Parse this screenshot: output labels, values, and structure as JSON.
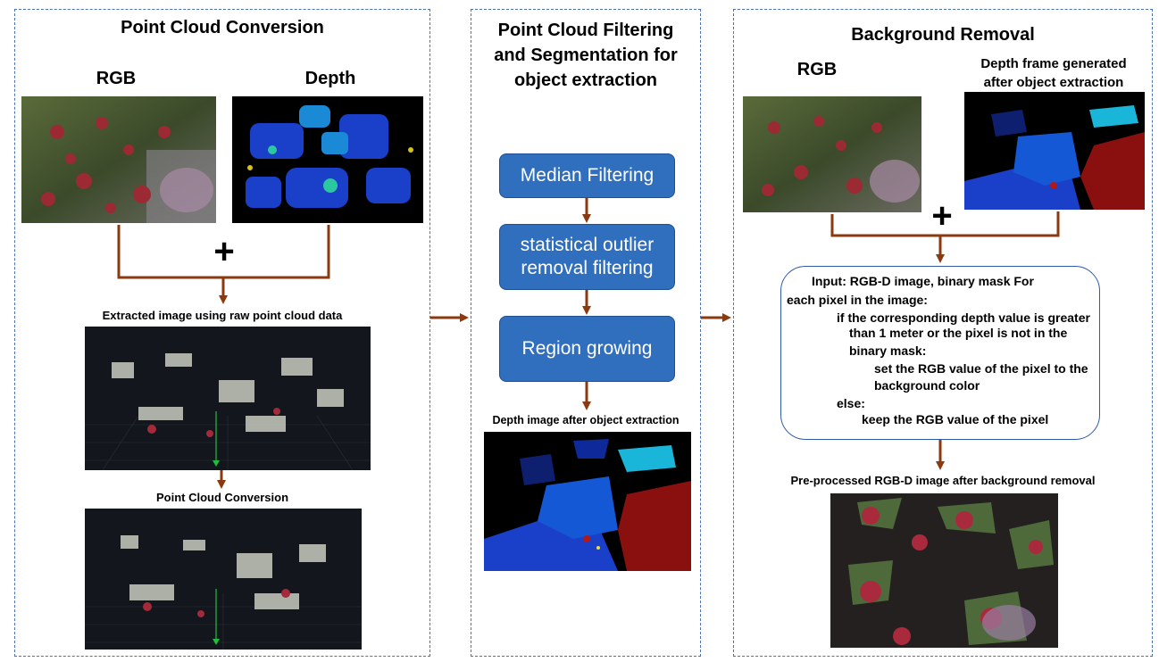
{
  "colors": {
    "arrow": "#8b3a0f",
    "panel_border": "#4a6fb5",
    "box_fill": "#2f6fbe"
  },
  "panel1": {
    "title": "Point Cloud Conversion",
    "rgb_label": "RGB",
    "depth_label": "Depth",
    "plus": "+",
    "extracted_caption": "Extracted image using raw point cloud data",
    "conversion_caption": "Point Cloud Conversion"
  },
  "panel2": {
    "title_lines": [
      "Point Cloud Filtering",
      "and Segmentation for",
      "object extraction"
    ],
    "step1": "Median Filtering",
    "step2_lines": [
      "statistical outlier",
      "removal filtering"
    ],
    "step3": "Region growing",
    "depth_caption": "Depth image after object extraction"
  },
  "panel3": {
    "title": "Background Removal",
    "rgb_label": "RGB",
    "depth_label_lines": [
      "Depth frame generated",
      "after object extraction"
    ],
    "plus": "+",
    "algorithm": [
      "Input: RGB-D image, binary mask For",
      "each pixel in the image:",
      "if the corresponding depth value is greater",
      "than 1 meter or the pixel is not in the",
      "binary mask:",
      "set the RGB value of the pixel to the",
      "background color",
      "else:",
      "keep the RGB value of the pixel"
    ],
    "result_caption": "Pre-processed RGB-D image after background removal"
  }
}
